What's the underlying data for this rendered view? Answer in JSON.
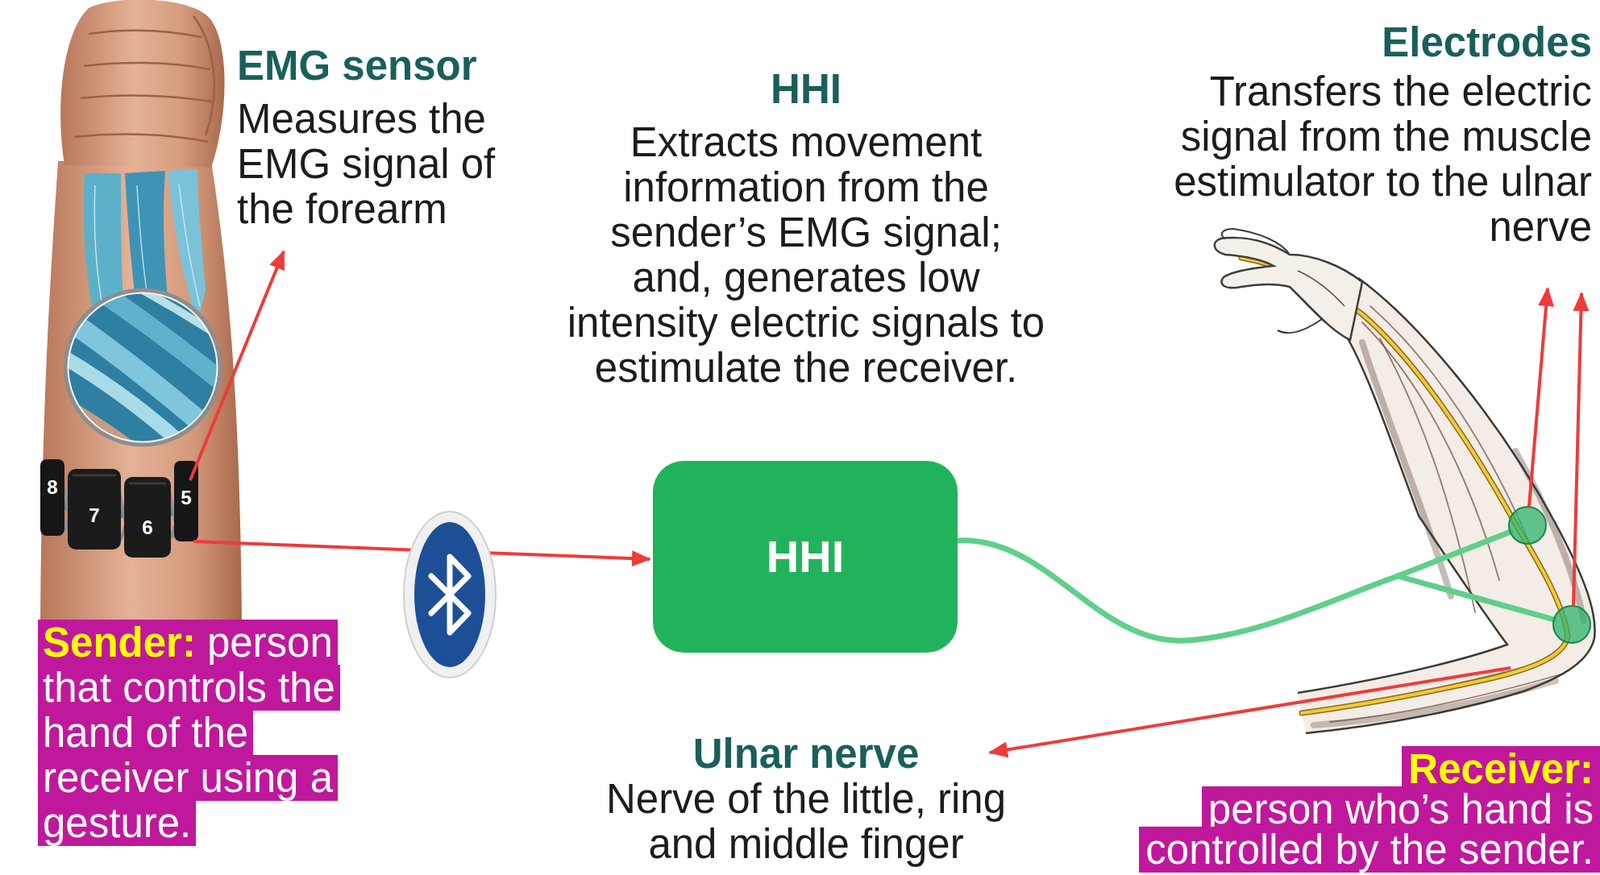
{
  "diagram": {
    "nodes": [
      {
        "text": [
          "HHI"
        ]
      },
      {
        "text": [
          "Sender:",
          "person that controls the hand of the receiver using a gesture."
        ]
      },
      {
        "text": [
          "Receiver:",
          "person who’s hand is controlled by the sender."
        ]
      }
    ],
    "labels": [
      "EMG sensor",
      "Measures the EMG signal of the forearm",
      "HHI",
      "Extracts movement information from the sender’s EMG signal; and, generates low intensity electric signals to estimulate the receiver.",
      "Electrodes",
      "Transfers the electric signal from the muscle estimulator to the ulnar nerve",
      "8",
      "7",
      "6",
      "5",
      "Ulnar nerve",
      "Nerve of the little, ring and middle finger"
    ]
  }
}
